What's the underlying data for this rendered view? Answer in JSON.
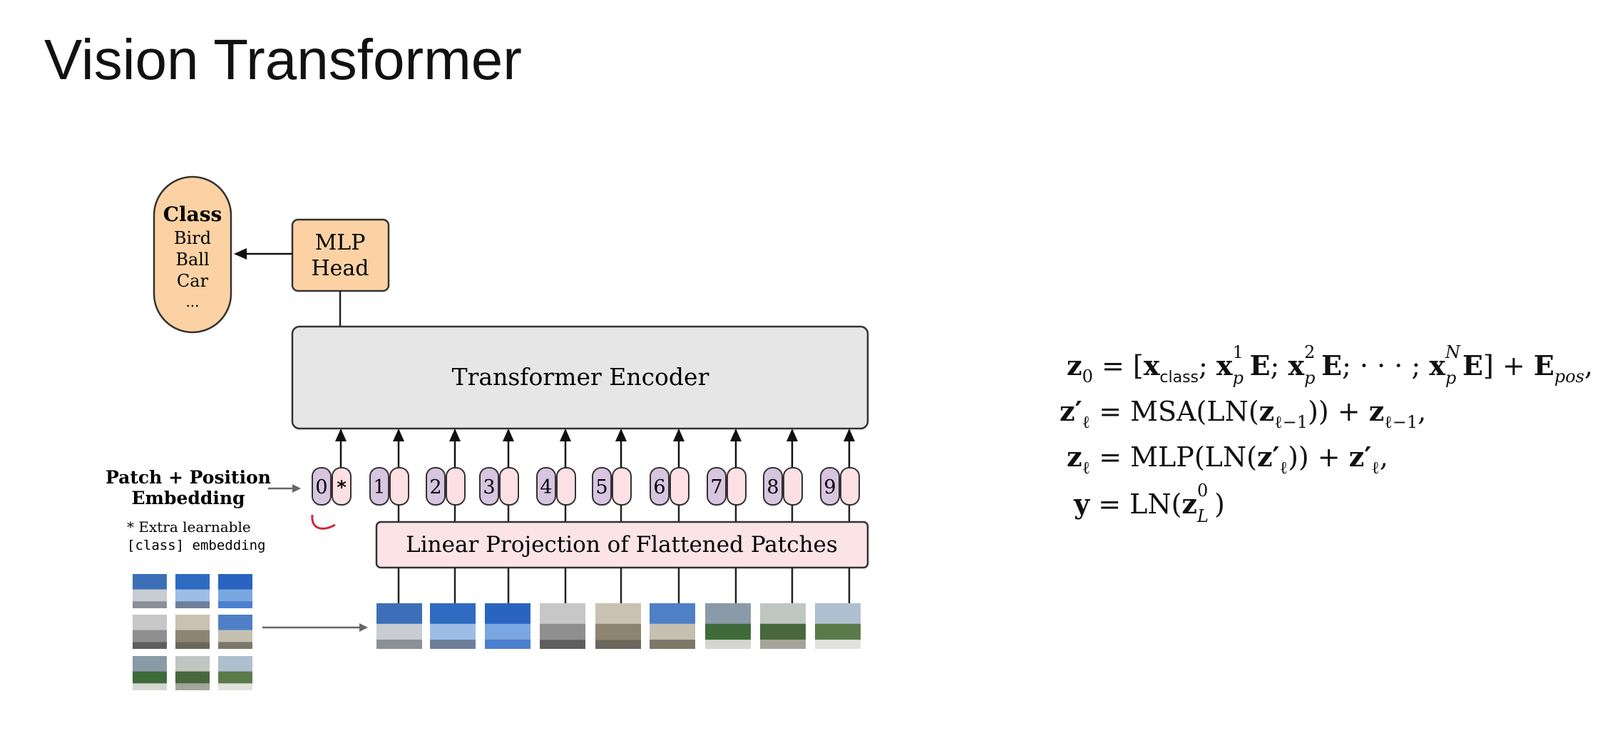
{
  "slide": {
    "title": "Vision Transformer"
  },
  "diagram": {
    "class_box": {
      "heading": "Class",
      "items": [
        "Bird",
        "Ball",
        "Car",
        "..."
      ]
    },
    "mlp_head": {
      "line1": "MLP",
      "line2": "Head"
    },
    "encoder": {
      "label": "Transformer Encoder"
    },
    "projection": {
      "label": "Linear Projection of Flattened Patches"
    },
    "embedding_label": {
      "line1": "Patch + Position",
      "line2": "Embedding"
    },
    "footnote": {
      "line1": "* Extra learnable",
      "line2": "[class] embedding"
    },
    "tokens": [
      "0",
      "1",
      "2",
      "3",
      "4",
      "5",
      "6",
      "7",
      "8",
      "9"
    ],
    "class_token_mark": "*",
    "colors": {
      "class_fill": "#fcd2a4",
      "mlp_fill": "#fcd2a4",
      "encoder_fill": "#e6e6e6",
      "projection_fill": "#fbe3e6",
      "position_fill": "#d8c5e0",
      "patch_fill": "#fde0e3",
      "accent_red": "#d0243c"
    }
  },
  "equations": {
    "eq1": {
      "lhs_var": "z",
      "lhs_sub": "0",
      "eq": "=",
      "open": "[",
      "xclass": "x",
      "xclass_sub": "class",
      "sep": ";",
      "xp1": "x",
      "xp1_sub": "p",
      "xp1_sup": "1",
      "E1": "E",
      "xp2": "x",
      "xp2_sub": "p",
      "xp2_sup": "2",
      "E2": "E",
      "dots": "· · ·",
      "xpN": "x",
      "xpN_sub": "p",
      "xpN_sup": "N",
      "EN": "E",
      "close": "]",
      "plus": "+",
      "Epos": "E",
      "Epos_sub": "pos",
      "end": ","
    },
    "eq2": {
      "text_lhs": "z′",
      "lhs_sub": "ℓ",
      "rhs": "= MSA(LN(",
      "z1": "z",
      "z1_sub": "ℓ−1",
      "mid": ")) +",
      "z2": "z",
      "z2_sub": "ℓ−1",
      "end": ","
    },
    "eq3": {
      "lhs": "z",
      "lhs_sub": "ℓ",
      "rhs": "= MLP(LN(",
      "z1": "z′",
      "z1_sub": "ℓ",
      "mid": ")) +",
      "z2": "z′",
      "z2_sub": "ℓ",
      "end": ","
    },
    "eq4": {
      "lhs": "y",
      "rhs": "= LN(",
      "z": "z",
      "z_sup": "0",
      "z_sub": "L",
      "end": ")"
    }
  }
}
